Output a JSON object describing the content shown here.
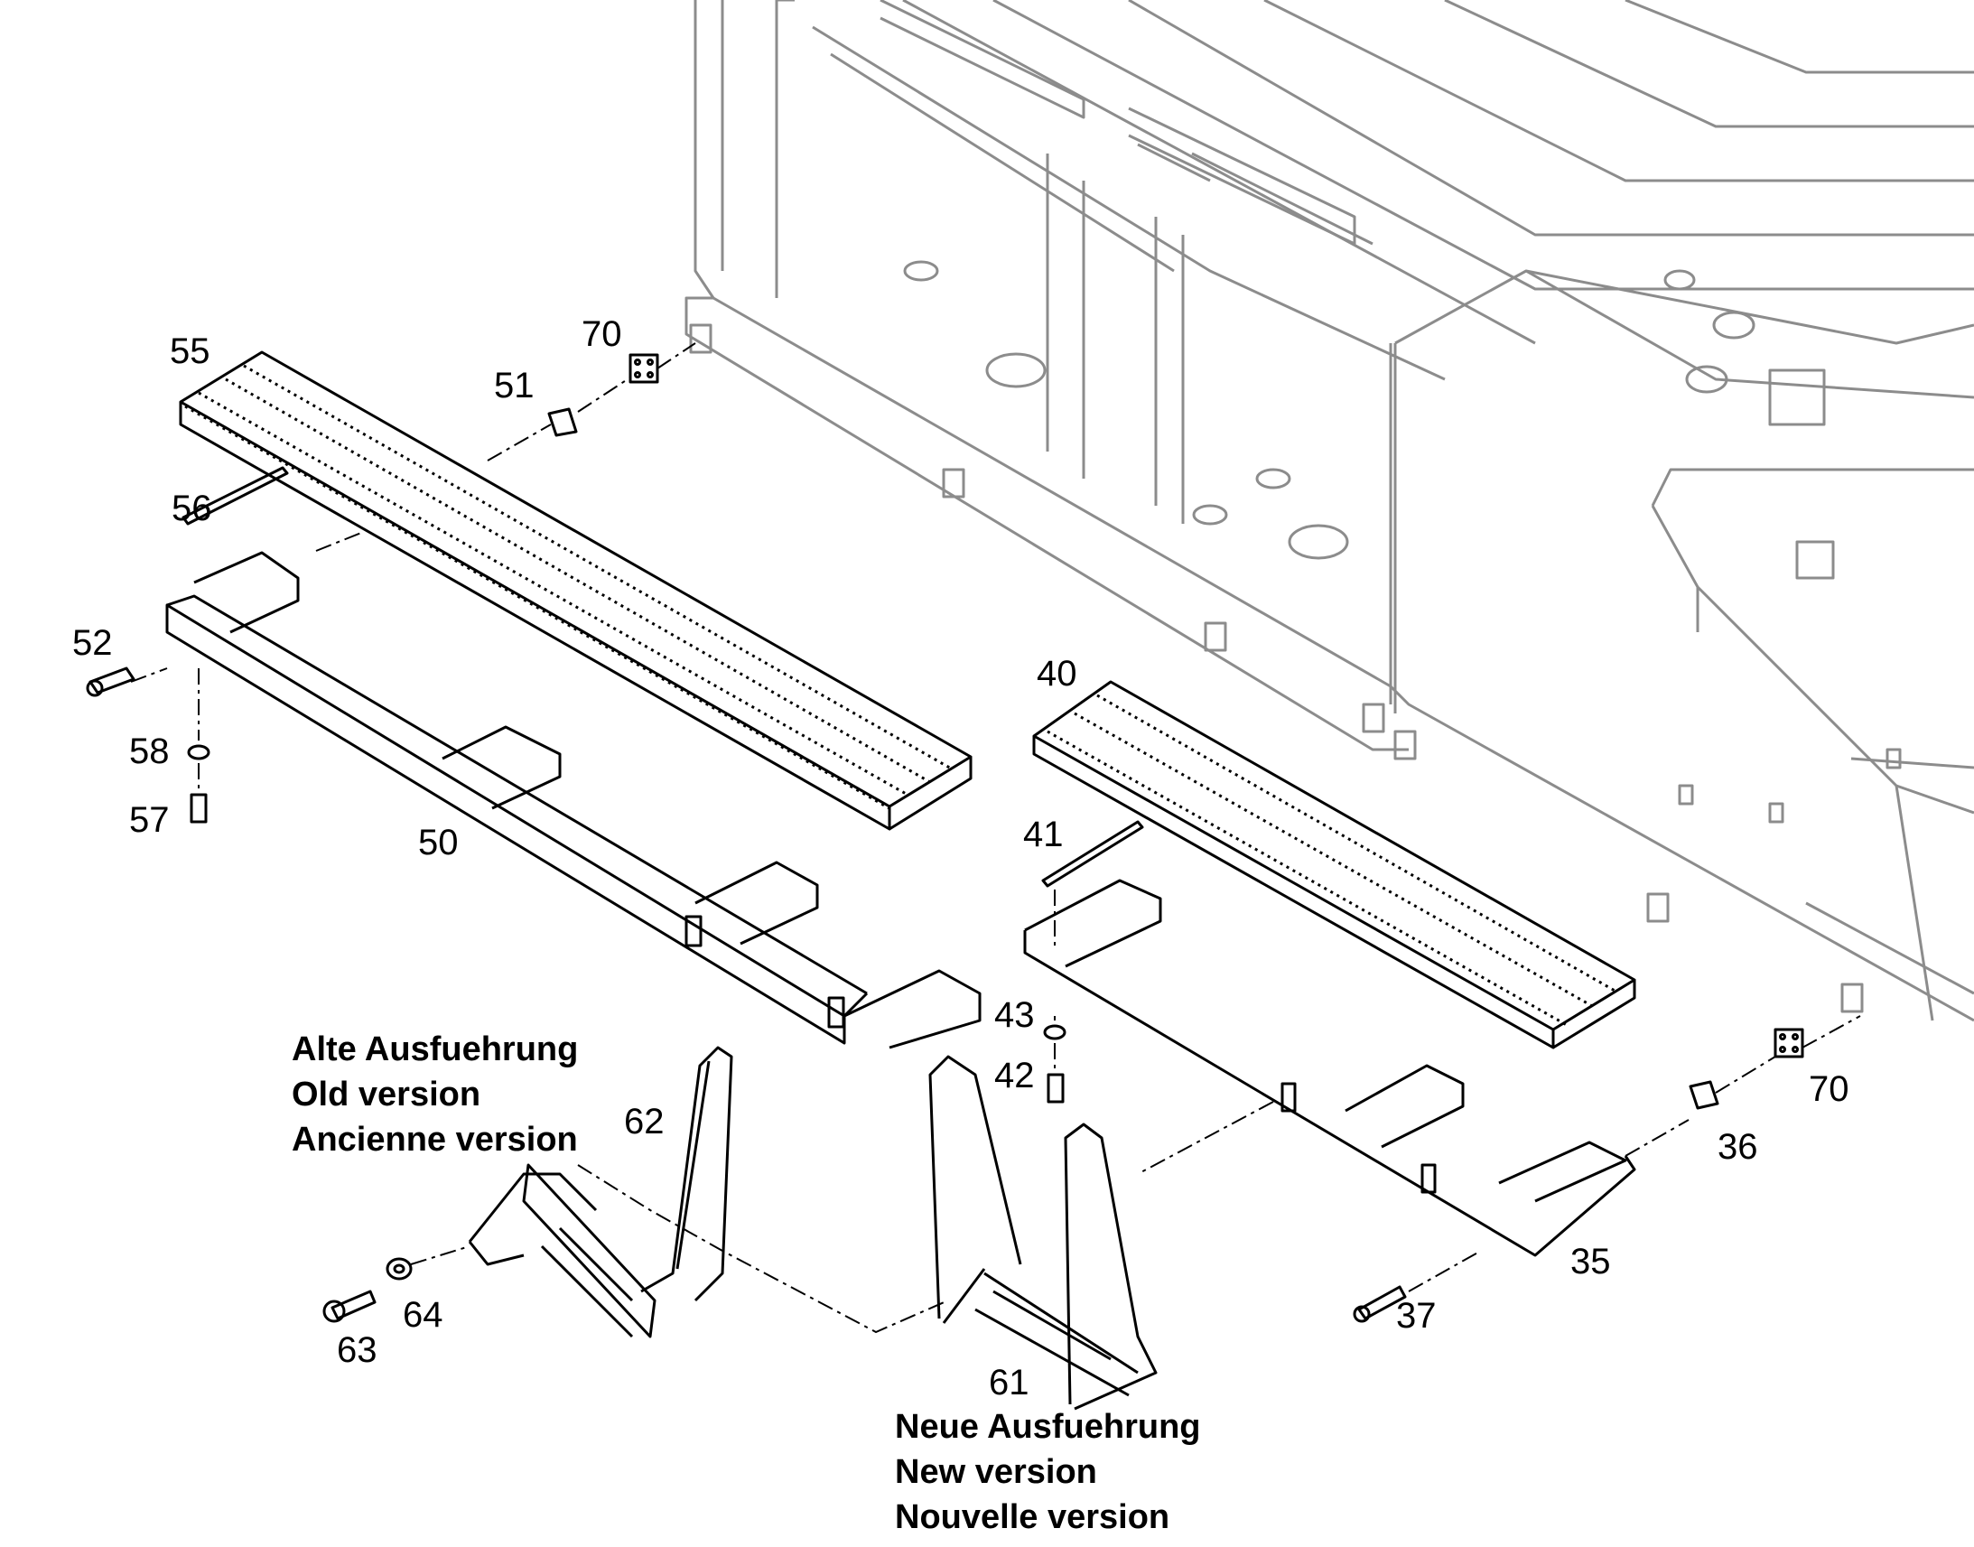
{
  "callouts": {
    "c55": "55",
    "c70a": "70",
    "c51": "51",
    "c56": "56",
    "c52": "52",
    "c58": "58",
    "c57": "57",
    "c50": "50",
    "c40": "40",
    "c41": "41",
    "c43": "43",
    "c42": "42",
    "c62": "62",
    "c70b": "70",
    "c36": "36",
    "c35": "35",
    "c37": "37",
    "c63": "63",
    "c64": "64",
    "c61": "61"
  },
  "old_version": {
    "de": "Alte Ausfuehrung",
    "en": "Old version",
    "fr": "Ancienne version"
  },
  "new_version": {
    "de": "Neue Ausfuehrung",
    "en": "New version",
    "fr": "Nouvelle version"
  },
  "colors": {
    "line": "#000000",
    "background_line": "#8c8c8c"
  }
}
